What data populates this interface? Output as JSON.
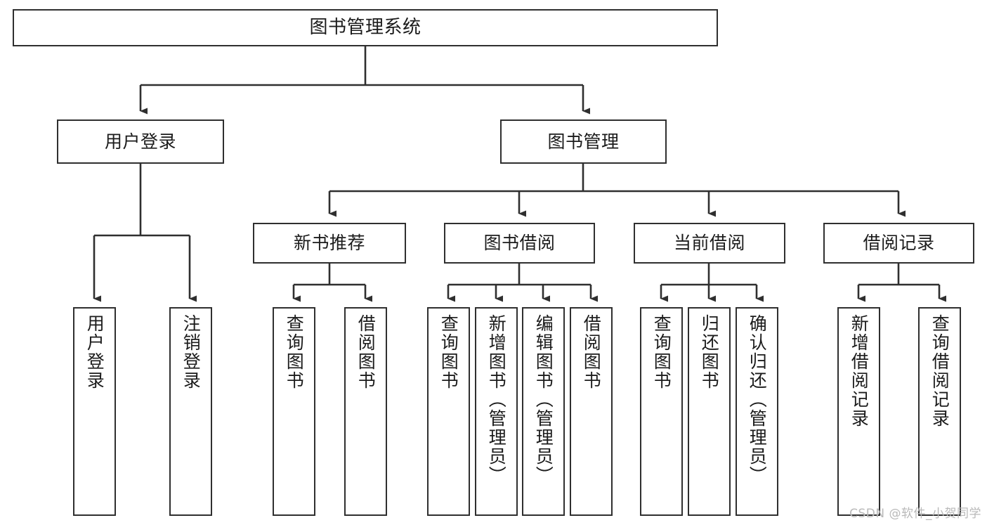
{
  "diagram": {
    "title": "图书管理系统",
    "watermark": "CSDN @软件_小贺同学",
    "colors": {
      "background": "#ffffff",
      "stroke": "#2f2f2f",
      "text": "#1b1b1b",
      "watermark": "#b9b9b9"
    },
    "nodes": {
      "root": "图书管理系统",
      "level2": {
        "user_login": "用户登录",
        "book_manage": "图书管理"
      },
      "level3": {
        "new_book_rec": "新书推荐",
        "book_borrow": "图书借阅",
        "current_borrow": "当前借阅",
        "borrow_record": "借阅记录"
      },
      "leaves": {
        "user_login_1": "用户登录",
        "user_login_2": "注销登录",
        "new_book_rec_1": "查询图书",
        "new_book_rec_2": "借阅图书",
        "book_borrow_1": "查询图书",
        "book_borrow_2": "新增图书（管理员）",
        "book_borrow_3": "编辑图书（管理员）",
        "book_borrow_4": "借阅图书",
        "current_borrow_1": "查询图书",
        "current_borrow_2": "归还图书",
        "current_borrow_3": "确认归还（管理员）",
        "borrow_record_1": "新增借阅记录",
        "borrow_record_2": "查询借阅记录"
      }
    }
  }
}
